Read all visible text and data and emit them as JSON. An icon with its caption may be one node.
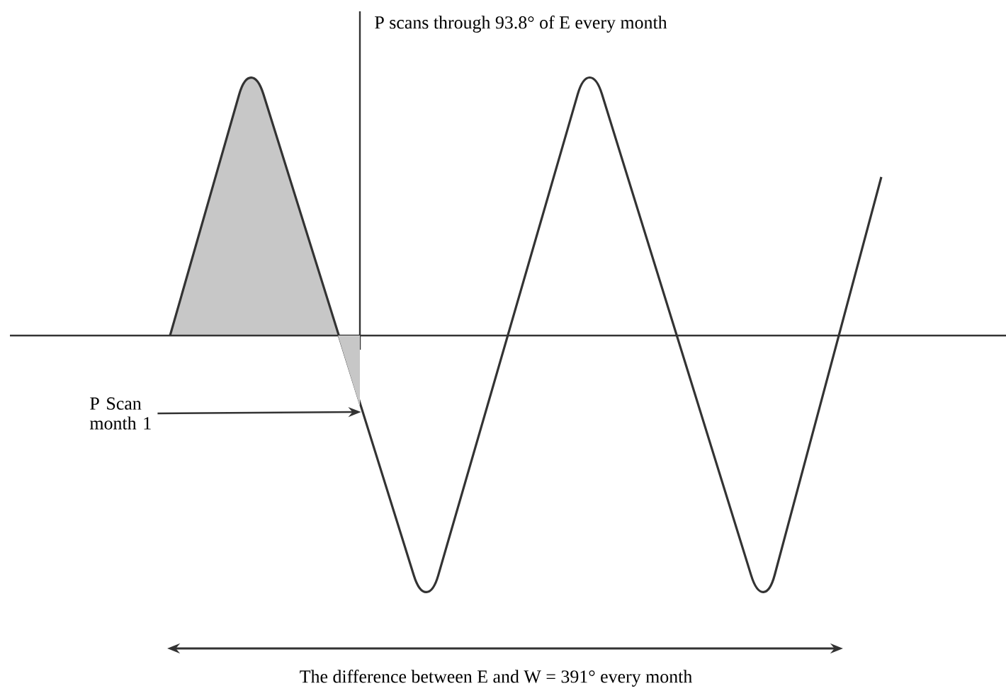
{
  "diagram": {
    "nodes": [
      {
        "text": [
          "P Scan month 1"
        ]
      },
      {
        "text": [],
        "shape": "area"
      }
    ],
    "edges": [
      {
        "from": 0,
        "to": 1,
        "arrow": "to"
      }
    ],
    "labels": [
      "P scans through 93.8° of E every month",
      "The difference between E and W = 391° every month"
    ]
  }
}
